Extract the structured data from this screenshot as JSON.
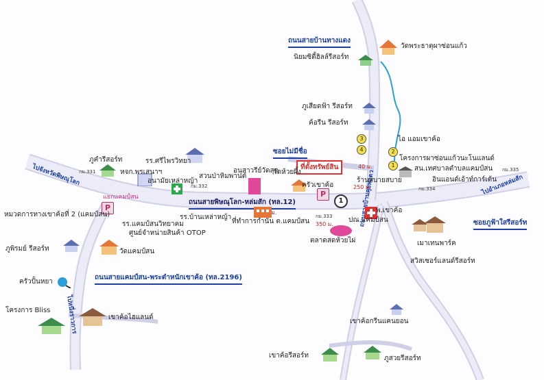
{
  "roads": {
    "main_highway": "ถนนสายพิษณุโลก-หล่มสัก (ทล.12)",
    "road_2196": "ถนนสายแคมป์สน-พระตำหนักเขาค้อ (ทล.2196)",
    "thang_daeng": "ถนนสายบ้านทางแดง",
    "soi_mai_mi_chue": "ซอยไม่มีชื่อ",
    "vertical_road": "ถนนสายบ้านคุยพอตว",
    "soi_phufa": "ซอยภูฟ้าใสรีสอร์ท",
    "to_phitsanulok": "ไปจังหวัดพิษณุโลก",
    "to_lomsak": "ไปอำเภอหล่มสัก",
    "to_thung_samo": "ไปหนึ่งราวการ",
    "junction_camp_son": "แยกแคมป์สน"
  },
  "banner": "ที่ตั้งทรัพย์สิน",
  "route_shield": "1",
  "km_markers": {
    "km331": "กม.331",
    "km332": "กม.332",
    "km333": "กม.333",
    "km334": "กม.334",
    "km335": "กม.335"
  },
  "distances": {
    "d1050": "1,050 ม.",
    "d350": "350 ม.",
    "d250": "250 ม.",
    "d40": "40 ม."
  },
  "places": {
    "wat_phra_that": "วัดพระธาตุผาซ่อนแก้ว",
    "niyom": "นิยมซิตี้ฮิลล์รีสอร์ท",
    "phu_sian": "ภูเสียดฟ้า รีสอร์ท",
    "kho_rin": "ค้อรีน รีสอร์ท",
    "io_aem": "ไอ แอมเขาค้อ",
    "project_pha_son": "โครงการผาซ่อนแก้วนะโนแลนด์",
    "sor_thetsaban": "สน.เทศบาลตำบลแคมป์สน",
    "inn_and_out": "อินแอนด์เอ้าท์การ์เด้น",
    "phu_kham": "ภูคำรีสอร์ท",
    "ror_ror_sri": "รร.ศรีไพรวิทยา",
    "suan_ban": "สวนป่าหิมพานต์",
    "anusawari": "อนุสาวรีย์วัดสุด",
    "wat_huay": "วัดห้วยผึ้ง",
    "khrua": "ครัวเขาค้อ",
    "ran_sabai": "ร้านสบายสบาย",
    "store_phra": "หจก.พรเสนาฯ",
    "sahamai": "อนามัยเหล่าหญ้า",
    "pho_khao_kho": "พ.เขาค้อ",
    "pai_kamp": "ปณ.แคมป์สน",
    "talad": "ตลาดสดห้วยไผ่",
    "krom_phi": "ที่ทำการกำนัน ต.แคมป์สน",
    "ror_ror_ban": "รร.บ้านเหล่าหญ้า",
    "ror_ror_kamp": "รร.แคมป์สนวิทยาคม",
    "otop": "ศูนย์จำหน่ายสินค้า OTOP",
    "mor_kong": "หมวดการทางเขาค้อที่ 2 (แคมป์สน)",
    "phu_phirom": "ภูพิรมย์ รีสอร์ท",
    "wat_kamp": "วัดแคมป์สน",
    "khrua_pan": "ครัวปั้นหยา",
    "project_bliss": "โครงการ Bliss",
    "khao_kho_highland": "เขาค้อไฮแลนด์",
    "mountain_park": "เมาเทนพาร์ค",
    "swiss": "สวิสเซอร์แลนด์รีสอร์ท",
    "green_canyon": "เขาค้อกรีนแคนยอน",
    "khao_kho_resort": "เขาค้อรีสอร์ท",
    "phu_suay": "ภูสวยรีสอร์ท"
  },
  "numbers": [
    "1",
    "2",
    "3",
    "4"
  ],
  "colors": {
    "road": "#e6e6f6",
    "road_edge": "#c9c9e2",
    "blue_text": "#1a3fa0",
    "river": "#2a9fd8",
    "pink": "#d0267a",
    "red": "#e23030"
  }
}
